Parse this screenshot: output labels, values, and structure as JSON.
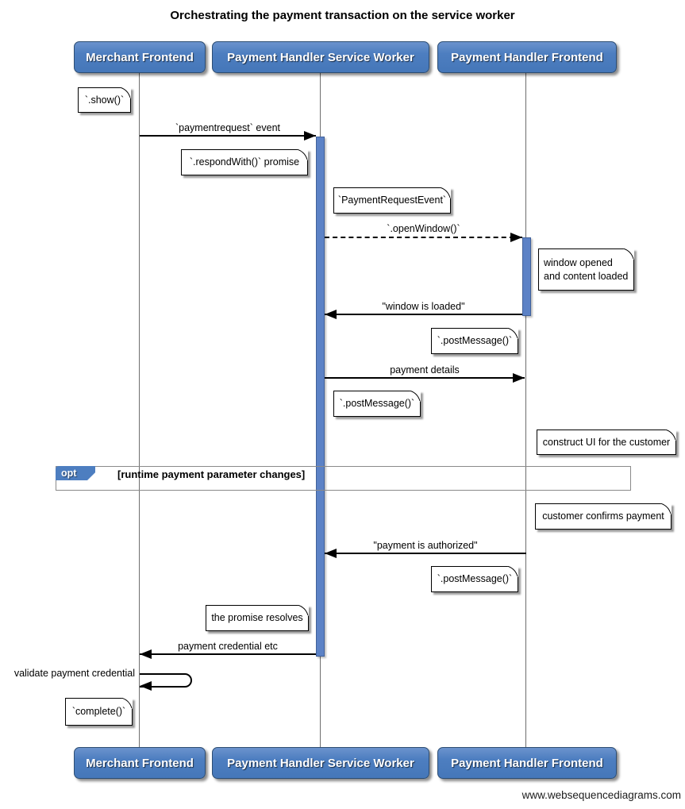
{
  "title": "Orchestrating the payment transaction on the service worker",
  "footer": "www.websequencediagrams.com",
  "actors": [
    {
      "label": "Merchant Frontend"
    },
    {
      "label": "Payment Handler Service Worker"
    },
    {
      "label": "Payment Handler Frontend"
    }
  ],
  "messages": [
    {
      "label": "`paymentrequest` event",
      "from": "Merchant Frontend",
      "to": "Payment Handler Service Worker",
      "style": "solid"
    },
    {
      "label": "`.openWindow()`",
      "from": "Payment Handler Service Worker",
      "to": "Payment Handler Frontend",
      "style": "dashed"
    },
    {
      "label": "\"window is loaded\"",
      "from": "Payment Handler Frontend",
      "to": "Payment Handler Service Worker",
      "style": "solid"
    },
    {
      "label": "payment details",
      "from": "Payment Handler Service Worker",
      "to": "Payment Handler Frontend",
      "style": "solid"
    },
    {
      "label": "\"payment is authorized\"",
      "from": "Payment Handler Frontend",
      "to": "Payment Handler Service Worker",
      "style": "solid"
    },
    {
      "label": "payment credential etc",
      "from": "Payment Handler Service Worker",
      "to": "Merchant Frontend",
      "style": "solid"
    },
    {
      "label": "validate payment credential",
      "from": "Merchant Frontend",
      "to": "Merchant Frontend",
      "style": "self"
    }
  ],
  "notes": [
    {
      "text": "`.show()`"
    },
    {
      "text": "`.respondWith()` promise"
    },
    {
      "text": "`PaymentRequestEvent`"
    },
    {
      "text": "window opened\nand content loaded"
    },
    {
      "text": "`.postMessage()`"
    },
    {
      "text": "`.postMessage()`"
    },
    {
      "text": "construct UI for the customer"
    },
    {
      "text": "customer confirms payment"
    },
    {
      "text": "`.postMessage()`"
    },
    {
      "text": "the promise resolves"
    },
    {
      "text": "`complete()`"
    }
  ],
  "fragment": {
    "label": "opt",
    "guard": "[runtime payment parameter changes]"
  },
  "colors": {
    "actor_fill": "#4d7ec0",
    "actor_border": "#2d4d72",
    "activation_fill": "#5c82c6",
    "lifeline": "#6e6e6e",
    "fragment_border": "#8a8a8a",
    "arrow": "#000000",
    "note_fill": "#ffffff"
  }
}
